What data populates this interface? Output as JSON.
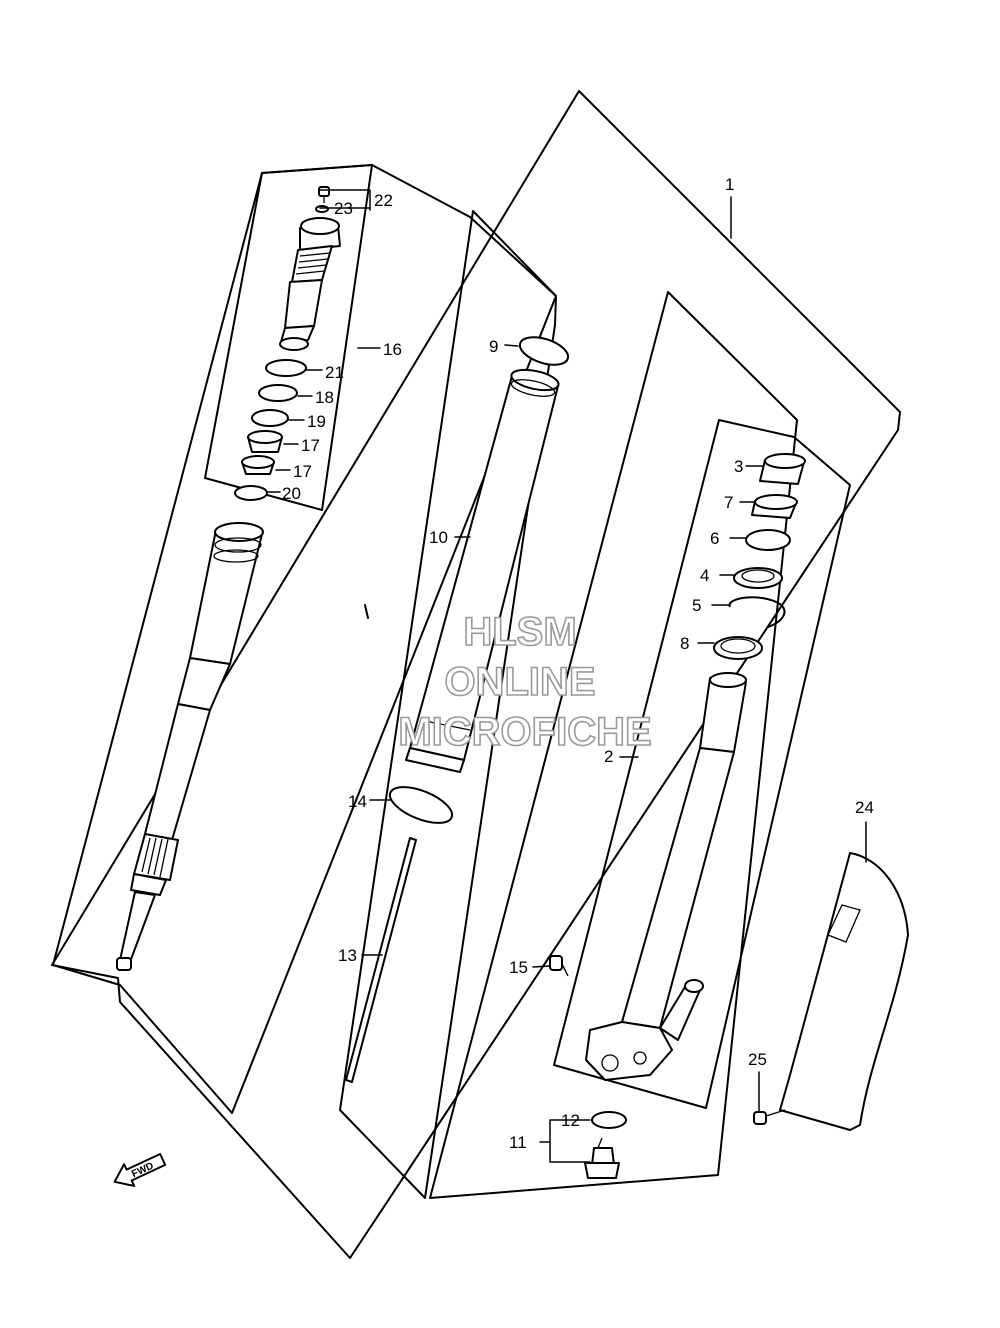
{
  "diagram": {
    "callouts": [
      {
        "id": "1",
        "text": "1"
      },
      {
        "id": "2",
        "text": "2"
      },
      {
        "id": "3",
        "text": "3"
      },
      {
        "id": "4",
        "text": "4"
      },
      {
        "id": "5",
        "text": "5"
      },
      {
        "id": "6",
        "text": "6"
      },
      {
        "id": "7",
        "text": "7"
      },
      {
        "id": "8",
        "text": "8"
      },
      {
        "id": "9",
        "text": "9"
      },
      {
        "id": "10",
        "text": "10"
      },
      {
        "id": "11",
        "text": "11"
      },
      {
        "id": "12",
        "text": "12"
      },
      {
        "id": "13",
        "text": "13"
      },
      {
        "id": "14",
        "text": "14"
      },
      {
        "id": "15",
        "text": "15"
      },
      {
        "id": "16",
        "text": "16"
      },
      {
        "id": "17a",
        "text": "17"
      },
      {
        "id": "17b",
        "text": "17"
      },
      {
        "id": "18",
        "text": "18"
      },
      {
        "id": "19",
        "text": "19"
      },
      {
        "id": "20",
        "text": "20"
      },
      {
        "id": "21",
        "text": "21"
      },
      {
        "id": "22",
        "text": "22"
      },
      {
        "id": "23",
        "text": "23"
      },
      {
        "id": "24",
        "text": "24"
      },
      {
        "id": "25",
        "text": "25"
      }
    ],
    "direction_marker": "FWD"
  },
  "watermark": {
    "line1": "HLSM",
    "line2": "ONLINE",
    "line3": "MICROFICHE"
  }
}
